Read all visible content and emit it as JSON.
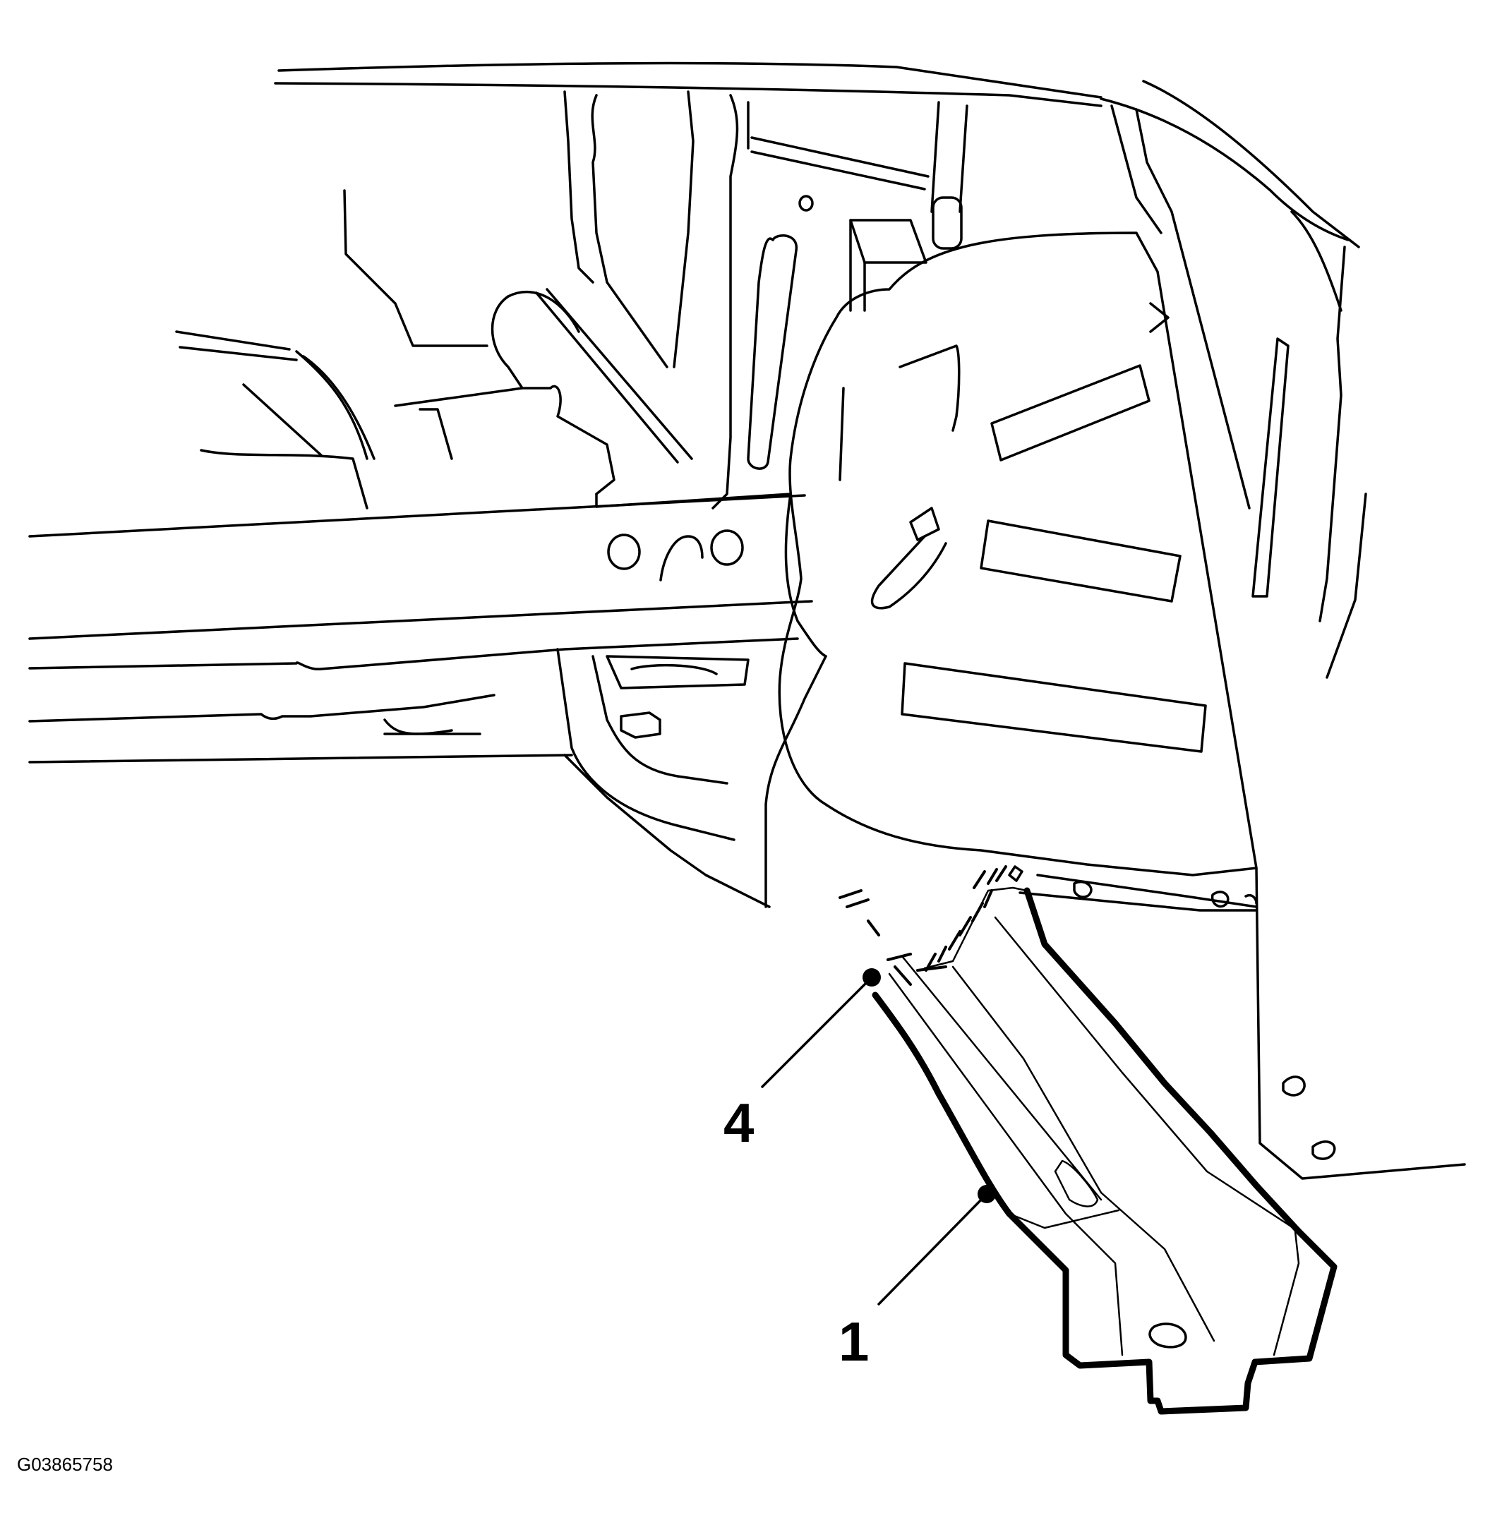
{
  "callouts": [
    {
      "number": "4"
    },
    {
      "number": "1"
    }
  ],
  "figure_id": "G03865758"
}
